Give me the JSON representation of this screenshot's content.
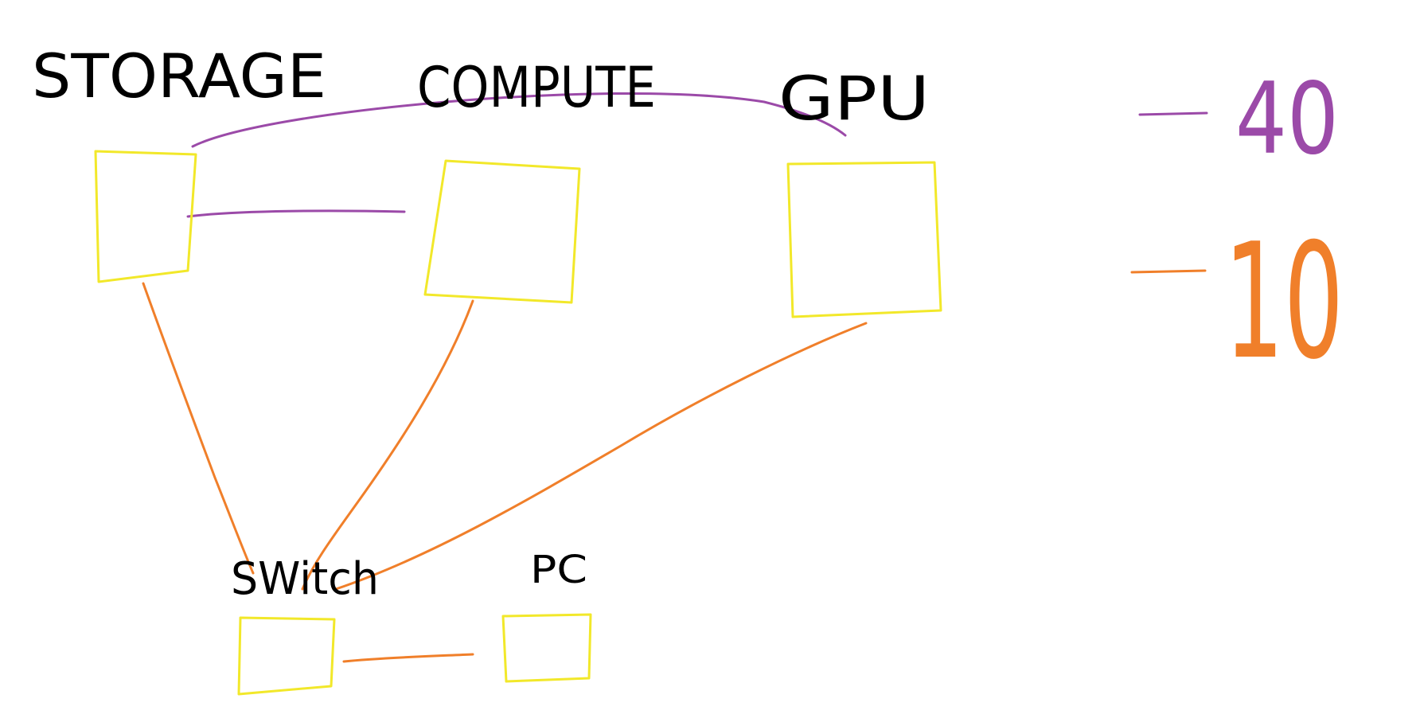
{
  "diagram": {
    "colors": {
      "background": "#ffffff",
      "node_outline": "#f2e82a",
      "label_ink": "#000000",
      "link_40": "#9b4aa8",
      "link_10": "#f07f2a"
    },
    "nodes": [
      {
        "id": "storage",
        "label": "STORAGE"
      },
      {
        "id": "compute",
        "label": "COMPUTE"
      },
      {
        "id": "gpu",
        "label": "GPU"
      },
      {
        "id": "switch",
        "label": "SWitch"
      },
      {
        "id": "pc",
        "label": "PC"
      }
    ],
    "links": [
      {
        "from": "storage",
        "to": "gpu",
        "speed": "40"
      },
      {
        "from": "storage",
        "to": "compute",
        "speed": "40"
      },
      {
        "from": "storage",
        "to": "switch",
        "speed": "10"
      },
      {
        "from": "compute",
        "to": "switch",
        "speed": "10"
      },
      {
        "from": "gpu",
        "to": "switch",
        "speed": "10"
      },
      {
        "from": "switch",
        "to": "pc",
        "speed": "10"
      }
    ],
    "legend": [
      {
        "label": "40",
        "color": "#9b4aa8"
      },
      {
        "label": "10",
        "color": "#f07f2a"
      }
    ]
  }
}
